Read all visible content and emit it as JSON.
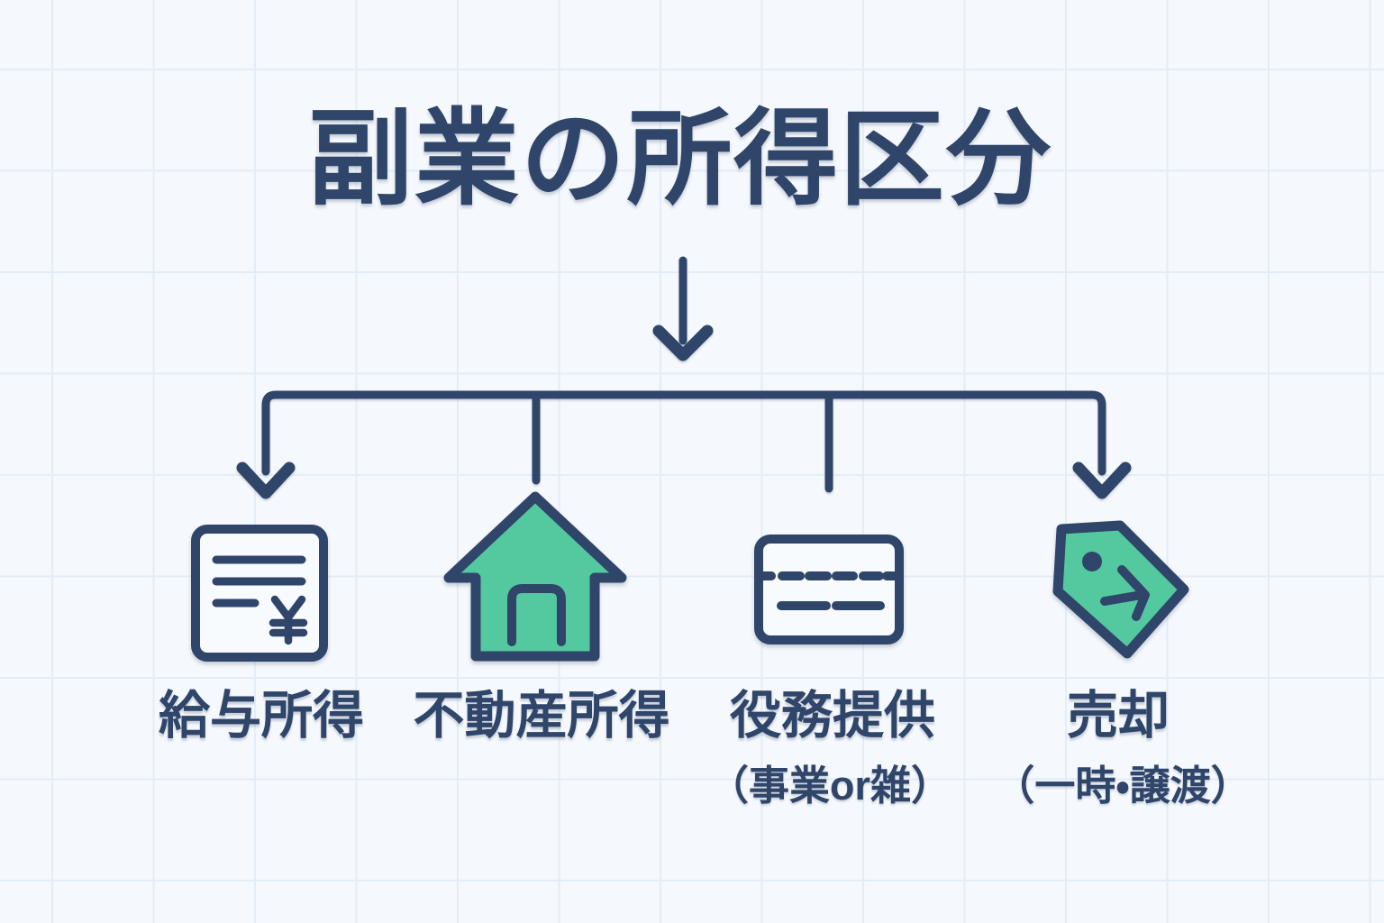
{
  "page": {
    "title": "副業の所得区分"
  },
  "colors": {
    "navy": "#2F4569",
    "green": "#54C89F",
    "background": "#F5F8FC",
    "grid": "#E3EDF8",
    "card_fill": "#F8FBFE"
  },
  "flow": {
    "root_arrow_icon": "arrow-down-icon",
    "branch_connector_icon": "branch-connector-lines",
    "branch_count": 4
  },
  "branches": [
    {
      "label": "給与所得",
      "sublabel": "",
      "icon": "payslip-yen-icon"
    },
    {
      "label": "不動産所得",
      "sublabel": "",
      "icon": "house-icon"
    },
    {
      "label": "役務提供",
      "sublabel": "（事業or雑）",
      "icon": "service-card-icon"
    },
    {
      "label": "売却",
      "sublabel": "（一時・譲渡）",
      "icon": "price-tag-icon"
    }
  ]
}
